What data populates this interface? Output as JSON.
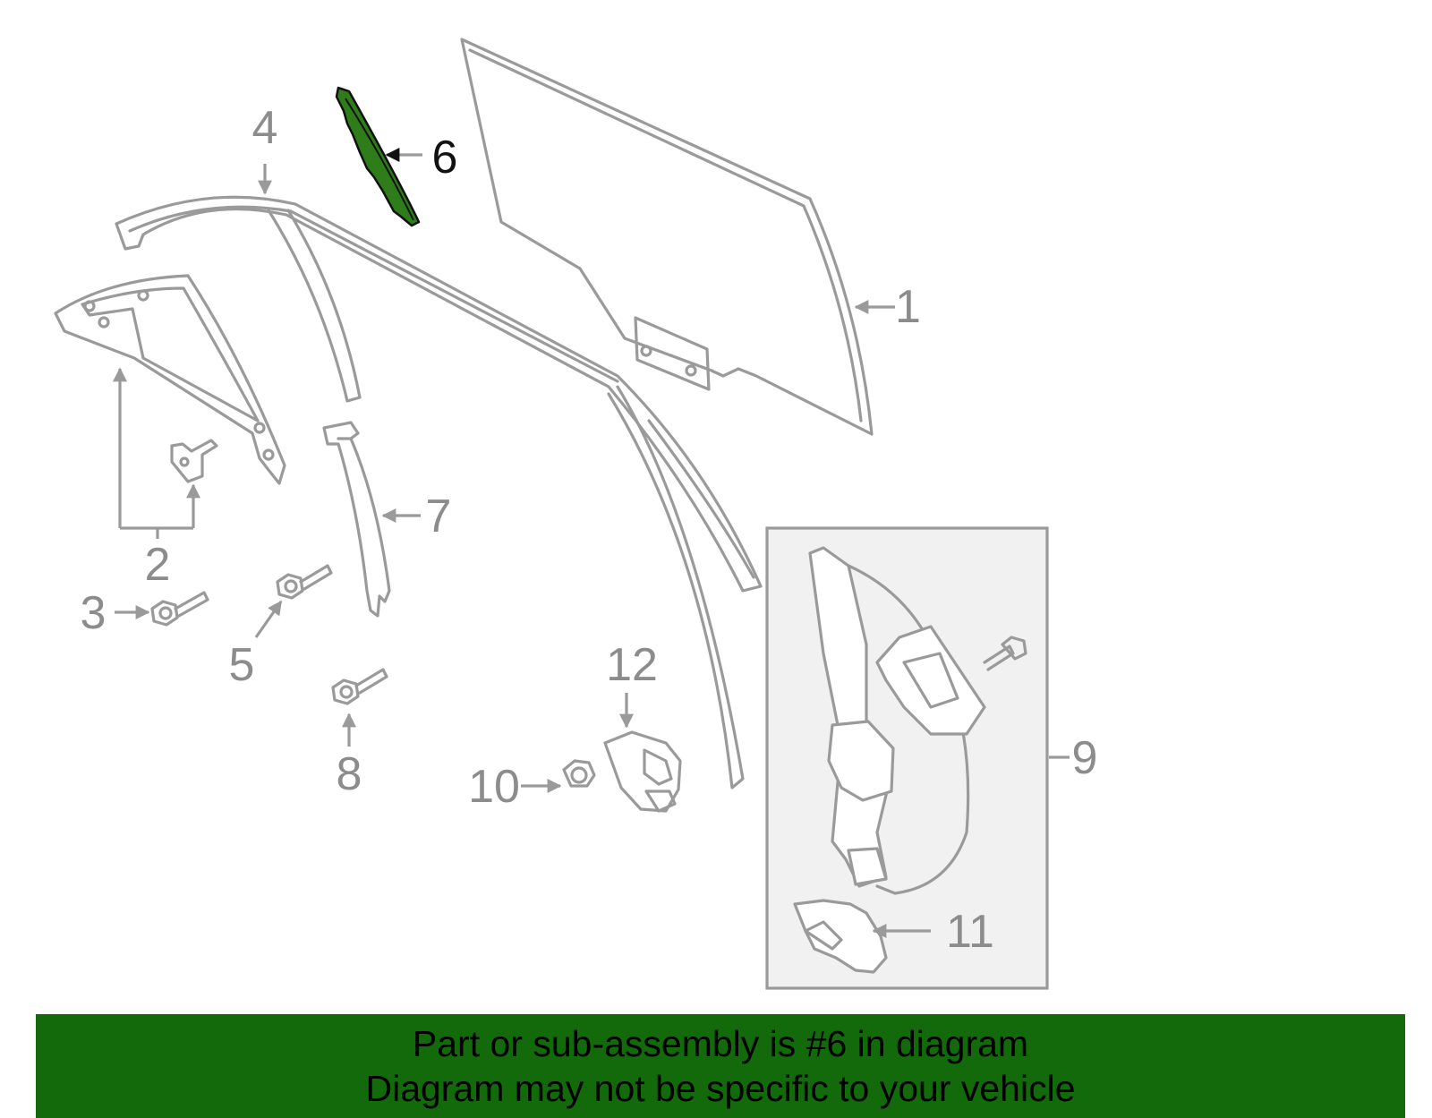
{
  "callouts": {
    "c1": "1",
    "c2": "2",
    "c3": "3",
    "c4": "4",
    "c5": "5",
    "c6": "6",
    "c7": "7",
    "c8": "8",
    "c9": "9",
    "c10": "10",
    "c11": "11",
    "c12": "12"
  },
  "highlighted_callout": "6",
  "colors": {
    "part_outline": "#9a9a9a",
    "callout_text": "#8c8c8c",
    "highlight_fill": "#2e7d1a",
    "banner_background": "#126a0a",
    "inset_background": "#f1f1f1"
  },
  "banner": {
    "line1": "Part or sub-assembly is #6 in diagram",
    "line2": "Diagram may not be specific to your vehicle"
  }
}
